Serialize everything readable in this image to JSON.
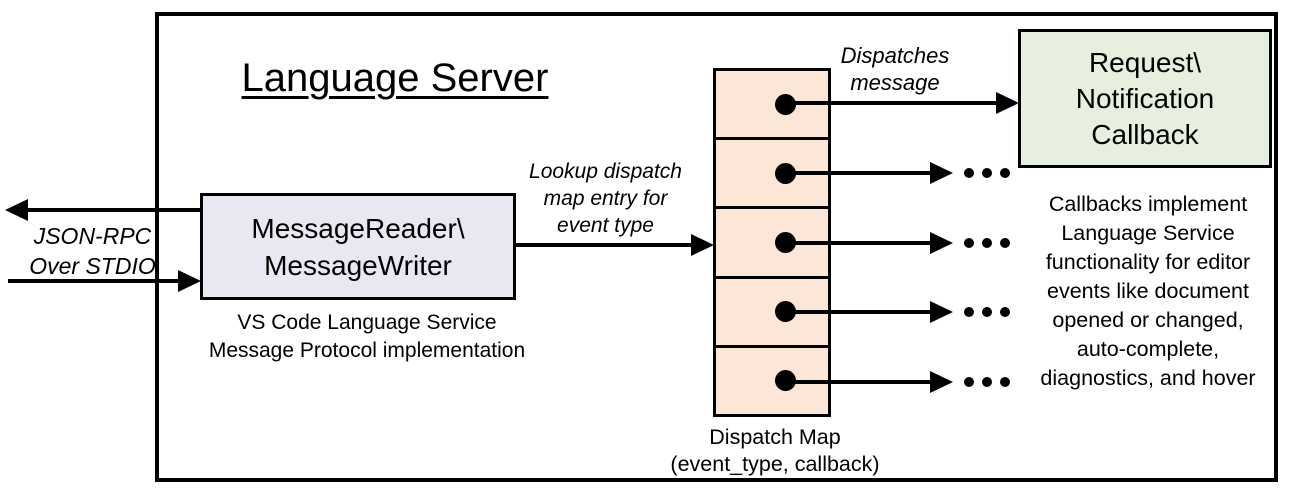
{
  "diagram": {
    "title": "Language Server",
    "io_label": {
      "line1": "JSON-RPC",
      "line2": "Over STDIO"
    },
    "reader_box": {
      "line1": "MessageReader\\",
      "line2": "MessageWriter",
      "fill": "#e9e7f1"
    },
    "reader_caption": {
      "line1": "VS Code Language Service",
      "line2": "Message Protocol implementation"
    },
    "lookup_label": {
      "line1": "Lookup dispatch",
      "line2": "map entry for",
      "line3": "event type"
    },
    "dispatch_map": {
      "cell_count": 5,
      "fill": "#fce6d7",
      "caption_line1": "Dispatch Map",
      "caption_line2": "(event_type, callback)"
    },
    "dispatch_label": {
      "line1": "Dispatches",
      "line2": "message"
    },
    "callback_box": {
      "line1": "Request\\",
      "line2": "Notification",
      "line3": "Callback",
      "fill": "#e7f0de"
    },
    "callbacks_note": {
      "line1": "Callbacks implement",
      "line2": "Language Service",
      "line3": "functionality for editor",
      "line4": "events like document",
      "line5": "opened or changed,",
      "line6": "auto-complete,",
      "line7": "diagnostics, and hover"
    },
    "ellipsis": "...",
    "colors": {
      "line": "#000000",
      "background": "#ffffff"
    }
  }
}
